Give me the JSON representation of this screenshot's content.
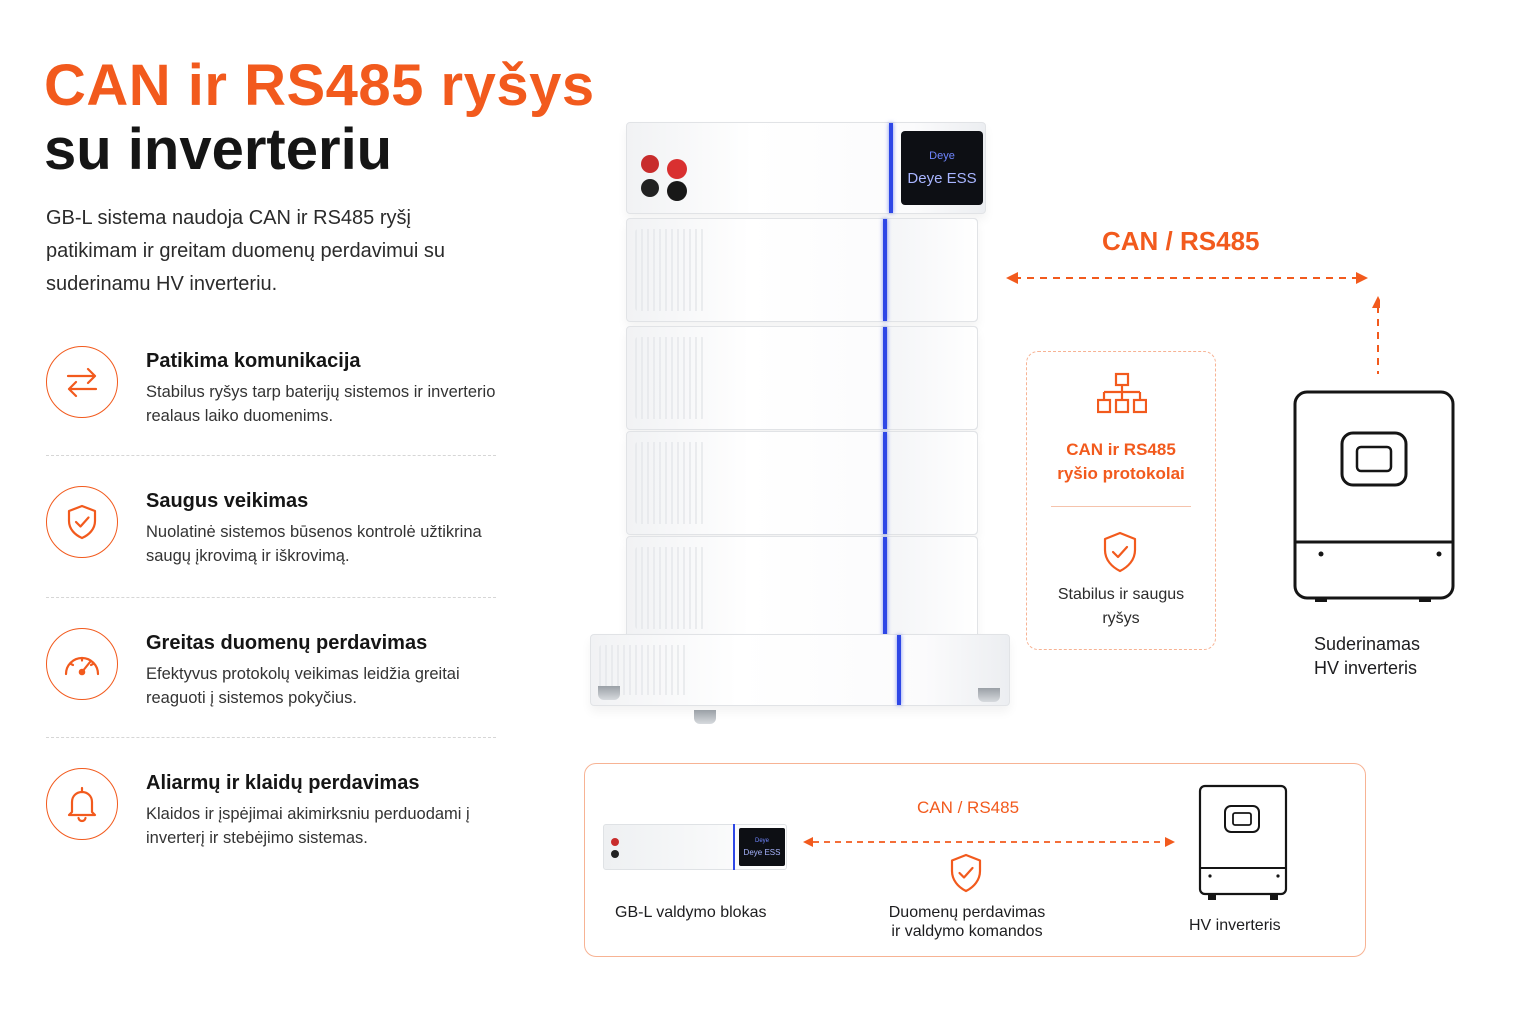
{
  "header": {
    "title_line1": "CAN ir RS485 ryšys",
    "title_line2": "su inverteriu",
    "intro": "GB-L sistema naudoja CAN ir RS485 ryšį patikimam ir greitam duomenų perdavimui su suderinamu HV inverteriu."
  },
  "features": [
    {
      "icon": "arrows-exchange-icon",
      "title": "Patikima komunikacija",
      "desc": "Stabilus ryšys tarp baterijų sistemos ir inverterio realaus laiko duomenims."
    },
    {
      "icon": "shield-check-icon",
      "title": "Saugus veikimas",
      "desc": "Nuolatinė sistemos būsenos kontrolė užtikrina saugų įkrovimą ir iškrovimą."
    },
    {
      "icon": "speedometer-icon",
      "title": "Greitas duomenų perdavimas",
      "desc": "Efektyvus protokolų veikimas leidžia greitai reaguoti į sistemos pokyčius."
    },
    {
      "icon": "bell-icon",
      "title": "Aliarmų ir klaidų perdavimas",
      "desc": "Klaidos ir įspėjimai akimirksniu perduodami į inverterį ir stebėjimo sistemas."
    }
  ],
  "battery": {
    "screen_brand": "Deye",
    "screen_label": "Deye ESS",
    "module_count": 4
  },
  "connection": {
    "top_label": "CAN / RS485"
  },
  "protocol_card": {
    "icon": "network-tree-icon",
    "title": "CAN ir RS485\nryšio protokolai",
    "sub_icon": "shield-check-icon",
    "subtitle": "Stabilus ir saugus\nryšys"
  },
  "inverter": {
    "label": "Suderinamas\nHV inverteris"
  },
  "bottom_panel": {
    "left_label": "GB-L valdymo blokas",
    "center_top": "CAN / RS485",
    "center_label": "Duomenų perdavimas\nir valdymo komandos",
    "right_label": "HV inverteris",
    "mini_screen_brand": "Deye",
    "mini_screen_label": "Deye ESS"
  },
  "colors": {
    "accent": "#f25a1d",
    "accent_light": "#f7b394",
    "stripe_blue": "#2e47e6",
    "dark": "#151515"
  }
}
